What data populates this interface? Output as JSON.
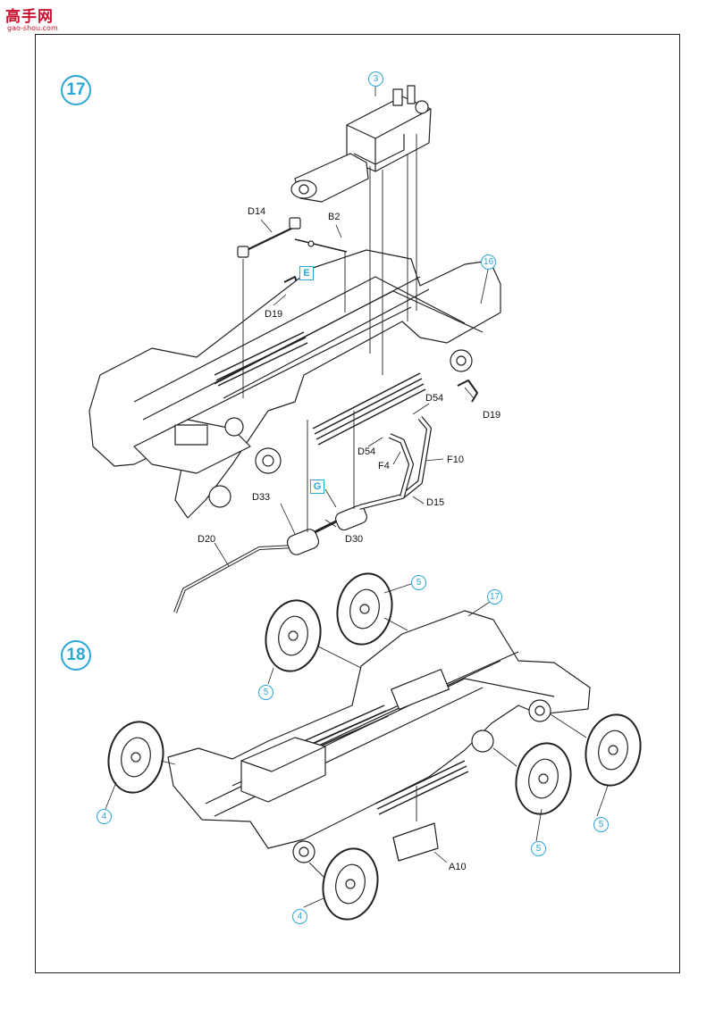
{
  "watermark": {
    "text": "高手网",
    "url": "gao-shou.com"
  },
  "step17": {
    "number": "17",
    "parts": {
      "ref3": "3",
      "ref16": "16",
      "d14": "D14",
      "b2": "B2",
      "e": "E",
      "d19a": "D19",
      "d19b": "D19",
      "d54a": "D54",
      "d54b": "D54",
      "f4": "F4",
      "f10": "F10",
      "d15": "D15",
      "g": "G",
      "d33": "D33",
      "d30": "D30",
      "d20": "D20"
    }
  },
  "step18": {
    "number": "18",
    "parts": {
      "ref5a": "5",
      "ref17": "17",
      "ref5b": "5",
      "ref4a": "4",
      "ref5c": "5",
      "ref5d": "5",
      "a10": "A10",
      "ref4b": "4"
    }
  },
  "colors": {
    "accent": "#2aa6d8",
    "line": "#222222",
    "watermark": "#c8102e"
  }
}
